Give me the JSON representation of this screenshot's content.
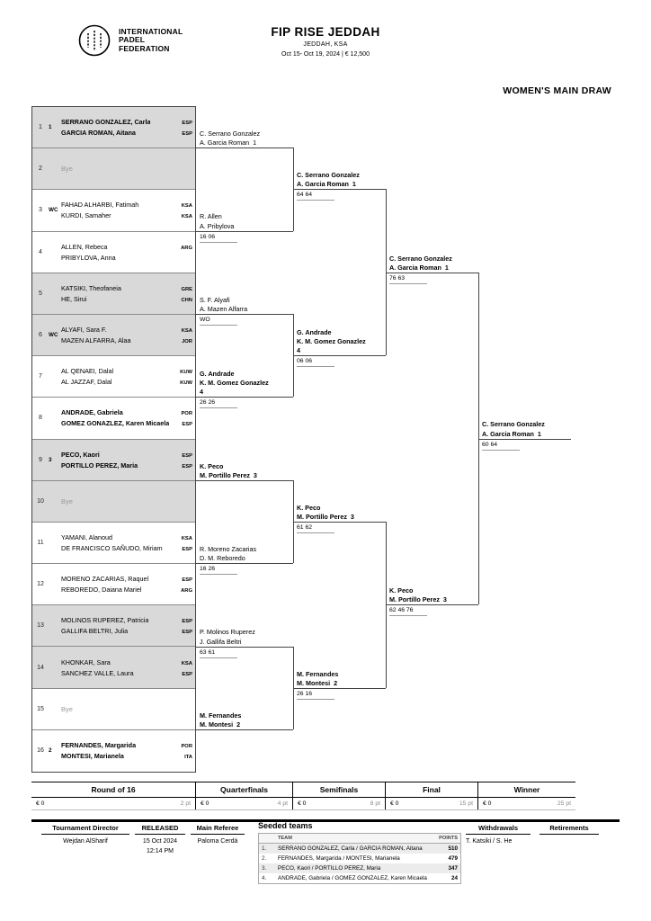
{
  "header": {
    "logo": {
      "line1": "INTERNATIONAL",
      "line2": "PADEL",
      "line3": "FEDERATION"
    },
    "title": "FIP RISE JEDDAH",
    "subtitle": "JEDDAH, KSA",
    "dates": "Oct 15- Oct 19, 2024  |  € 12,500",
    "draw_title": "WOMEN'S MAIN DRAW"
  },
  "labels": {
    "bye": "Bye"
  },
  "entries": [
    {
      "num": "1",
      "prefix": "1",
      "bye": false,
      "shaded": true,
      "bold": true,
      "p1": "SERRANO GONZALEZ, Carla",
      "c1": "ESP",
      "p2": "GARCIA ROMAN, Aitana",
      "c2": "ESP"
    },
    {
      "num": "2",
      "prefix": "",
      "bye": true,
      "shaded": true,
      "bold": false
    },
    {
      "num": "3",
      "prefix": "WC",
      "bye": false,
      "shaded": false,
      "bold": false,
      "p1": "FAHAD ALHARBI, Fatimah",
      "c1": "KSA",
      "p2": "KURDI, Samaher",
      "c2": "KSA"
    },
    {
      "num": "4",
      "prefix": "",
      "bye": false,
      "shaded": false,
      "bold": false,
      "p1": "ALLEN, Rebeca",
      "c1": "ARG",
      "p2": "PRIBYLOVA, Anna",
      "c2": ""
    },
    {
      "num": "5",
      "prefix": "",
      "bye": false,
      "shaded": true,
      "bold": false,
      "p1": "KATSIKI, Theofaneia",
      "c1": "GRE",
      "p2": "HE, Sirui",
      "c2": "CHN"
    },
    {
      "num": "6",
      "prefix": "WC",
      "bye": false,
      "shaded": true,
      "bold": false,
      "p1": "ALYAFI, Sara F.",
      "c1": "KSA",
      "p2": "MAZEN ALFARRA, Alaa",
      "c2": "JOR"
    },
    {
      "num": "7",
      "prefix": "",
      "bye": false,
      "shaded": false,
      "bold": false,
      "p1": "AL QENAEI, Dalal",
      "c1": "KUW",
      "p2": "AL JAZZAF, Dalal",
      "c2": "KUW"
    },
    {
      "num": "8",
      "prefix": "",
      "bye": false,
      "shaded": false,
      "bold": true,
      "p1": "ANDRADE, Gabriela",
      "c1": "POR",
      "p2": "GOMEZ GONAZLEZ, Karen Micaela",
      "c2": "ESP"
    },
    {
      "num": "9",
      "prefix": "3",
      "bye": false,
      "shaded": true,
      "bold": true,
      "p1": "PECO, Kaori",
      "c1": "ESP",
      "p2": "PORTILLO PEREZ, Maria",
      "c2": "ESP"
    },
    {
      "num": "10",
      "prefix": "",
      "bye": true,
      "shaded": true,
      "bold": false
    },
    {
      "num": "11",
      "prefix": "",
      "bye": false,
      "shaded": false,
      "bold": false,
      "p1": "YAMANI, Alanoud",
      "c1": "KSA",
      "p2": "DE FRANCISCO SAÑUDO, Miriam",
      "c2": "ESP"
    },
    {
      "num": "12",
      "prefix": "",
      "bye": false,
      "shaded": false,
      "bold": false,
      "p1": "MORENO ZACARIAS, Raquel",
      "c1": "ESP",
      "p2": "REBOREDO, Daiana Mariel",
      "c2": "ARG"
    },
    {
      "num": "13",
      "prefix": "",
      "bye": false,
      "shaded": true,
      "bold": false,
      "p1": "MOLINOS RUPEREZ, Patricia",
      "c1": "ESP",
      "p2": "GALLIFA BELTRI, Julia",
      "c2": "ESP"
    },
    {
      "num": "14",
      "prefix": "",
      "bye": false,
      "shaded": true,
      "bold": false,
      "p1": "KHONKAR, Sara",
      "c1": "KSA",
      "p2": "SANCHEZ VALLE, Laura",
      "c2": "ESP"
    },
    {
      "num": "15",
      "prefix": "",
      "bye": true,
      "shaded": false,
      "bold": false
    },
    {
      "num": "16",
      "prefix": "2",
      "bye": false,
      "shaded": false,
      "bold": true,
      "p1": "FERNANDES, Margarida",
      "c1": "POR",
      "p2": "MONTESI, Marianela",
      "c2": "ITA"
    }
  ],
  "rounds": {
    "r16": [
      {
        "lines": [
          "C. Serrano Gonzalez",
          "A. Garcia Roman  1"
        ],
        "score": "",
        "bold": false
      },
      {
        "lines": [
          "R. Allen",
          "A. Pribylova"
        ],
        "score": "16 06",
        "bold": false
      },
      {
        "lines": [
          "S. F. Alyafi",
          "A. Mazen Alfarra"
        ],
        "score": "WO",
        "bold": false
      },
      {
        "lines": [
          "G. Andrade",
          "K. M. Gomez Gonazlez",
          "4"
        ],
        "score": "26 26",
        "bold": true
      },
      {
        "lines": [
          "K. Peco",
          "M. Portillo Perez  3"
        ],
        "score": "",
        "bold": true
      },
      {
        "lines": [
          "R. Moreno Zacarias",
          "D. M. Reboredo"
        ],
        "score": "16 26",
        "bold": false
      },
      {
        "lines": [
          "P. Molinos Ruperez",
          "J. Gallifa Beltri"
        ],
        "score": "63 61",
        "bold": false
      },
      {
        "lines": [
          "M. Fernandes",
          "M. Montesi  2"
        ],
        "score": "",
        "bold": true
      }
    ],
    "qf": [
      {
        "lines": [
          "C. Serrano Gonzalez",
          "A. Garcia Roman  1"
        ],
        "score": "64 64",
        "bold": true
      },
      {
        "lines": [
          "G. Andrade",
          "K. M. Gomez Gonazlez",
          "4"
        ],
        "score": "06 06",
        "bold": true
      },
      {
        "lines": [
          "K. Peco",
          "M. Portillo Perez  3"
        ],
        "score": "61 62",
        "bold": true
      },
      {
        "lines": [
          "M. Fernandes",
          "M. Montesi  2"
        ],
        "score": "26 16",
        "bold": true
      }
    ],
    "sf": [
      {
        "lines": [
          "C. Serrano Gonzalez",
          "A. Garcia Roman  1"
        ],
        "score": "76 63",
        "bold": true
      },
      {
        "lines": [
          "K. Peco",
          "M. Portillo Perez  3"
        ],
        "score": "62 46 76",
        "bold": true
      }
    ],
    "final": [
      {
        "lines": [
          "C. Serrano Gonzalez",
          "A. Garcia Roman  1"
        ],
        "score": "60 64",
        "bold": true
      }
    ]
  },
  "prize_row": [
    {
      "round": "Round of 16",
      "prize": "€ 0",
      "points": "2 pt"
    },
    {
      "round": "Quarterfinals",
      "prize": "€ 0",
      "points": "4 pt"
    },
    {
      "round": "Semifinals",
      "prize": "€ 0",
      "points": "8 pt"
    },
    {
      "round": "Final",
      "prize": "€ 0",
      "points": "15 pt"
    },
    {
      "round": "Winner",
      "prize": "€ 0",
      "points": "25 pt"
    }
  ],
  "footer": {
    "tournament_director_label": "Tournament Director",
    "tournament_director": "Wejdan AlSharif",
    "released_label": "RELEASED",
    "released_date": "15 Oct 2024",
    "released_time": "12:14 PM",
    "main_referee_label": "Main Referee",
    "main_referee": "Paloma Cerdá",
    "seeded_label": "Seeded teams",
    "seeded_header": {
      "team": "TEAM",
      "points": "POINTS"
    },
    "seeded": [
      {
        "num": "1.",
        "team": "SERRANO GONZALEZ, Carla / GARCIA ROMAN, Aitana",
        "points": "510"
      },
      {
        "num": "2.",
        "team": "FERNANDES, Margarida / MONTESI, Marianela",
        "points": "479"
      },
      {
        "num": "3.",
        "team": "PECO, Kaori / PORTILLO PEREZ, Maria",
        "points": "347"
      },
      {
        "num": "4.",
        "team": "ANDRADE, Gabriela / GOMEZ GONZALEZ, Karen Micaela",
        "points": "24"
      }
    ],
    "withdrawals_label": "Withdrawals",
    "withdrawals": "T. Katsiki / S. He",
    "retirements_label": "Retirements"
  }
}
